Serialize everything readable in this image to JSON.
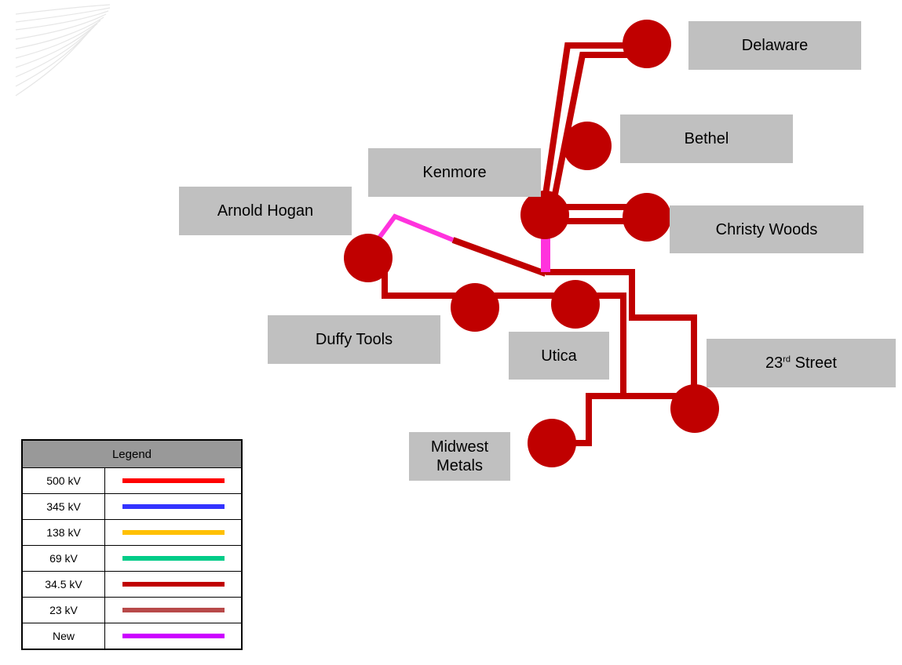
{
  "substations": {
    "delaware": "Delaware",
    "bethel": "Bethel",
    "kenmore": "Kenmore",
    "christy_woods": "Christy Woods",
    "arnold_hogan": "Arnold Hogan",
    "duffy_tools": "Duffy Tools",
    "utica": "Utica",
    "street_23rd_num": "23",
    "street_23rd_sup": "rd",
    "street_23rd_rest": " Street",
    "midwest_line1": "Midwest",
    "midwest_line2": "Metals"
  },
  "legend": {
    "title": "Legend",
    "items": [
      {
        "label": "500 kV",
        "color": "#ff0000"
      },
      {
        "label": "345 kV",
        "color": "#3333ff"
      },
      {
        "label": "138 kV",
        "color": "#ffc000"
      },
      {
        "label": "69 kV",
        "color": "#00cc88"
      },
      {
        "label": "34.5 kV",
        "color": "#c00000"
      },
      {
        "label": "23 kV",
        "color": "#b84a4a"
      },
      {
        "label": "New",
        "color": "#cc00ff"
      }
    ]
  },
  "colors": {
    "line_34_5kv": "#c00000",
    "line_new": "#ff33dd",
    "node_fill": "#c00000",
    "label_bg": "#c0c0c0"
  }
}
